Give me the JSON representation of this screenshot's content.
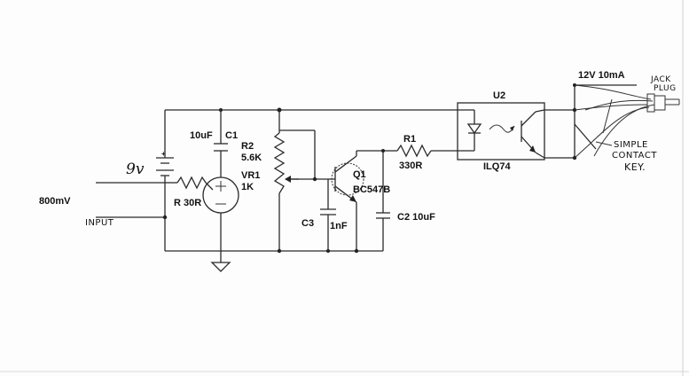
{
  "labels": {
    "battery": "9v",
    "input_level": "800mV",
    "input": "INPUT",
    "c1_value": "10uF",
    "c1": "C1",
    "r2": "R2",
    "r2_value": "5.6K",
    "vr1": "VR1",
    "vr1_value": "1K",
    "r_input": "R 30R",
    "c3": "C3",
    "c3_value": "1nF",
    "q1": "Q1",
    "q1_part": "BC547B",
    "r1": "R1",
    "r1_value": "330R",
    "c2": "C2 10uF",
    "u2": "U2",
    "u2_part": "ILQ74",
    "supply": "12V 10mA",
    "jack_line1": "JACK",
    "jack_line2": "PLUG",
    "key_line1": "SIMPLE",
    "key_line2": "CONTACT",
    "key_line3": "KEY."
  }
}
